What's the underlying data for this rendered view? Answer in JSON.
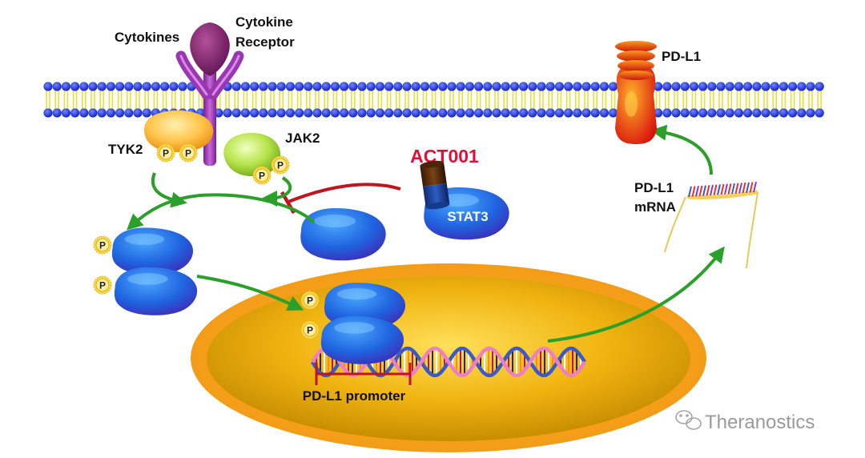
{
  "labels": {
    "cytokines": "Cytokines",
    "receptor_line1": "Cytokine",
    "receptor_line2": "Receptor",
    "tyk2": "TYK2",
    "jak2": "JAK2",
    "act001": "ACT001",
    "stat3": "STAT3",
    "pdl1": "PD-L1",
    "pdl1_mrna_line1": "PD-L1",
    "pdl1_mrna_line2": "mRNA",
    "promoter": "PD-L1 promoter",
    "phospho": "P"
  },
  "watermark": {
    "text": "Theranostics",
    "icon": "wechat-icon"
  },
  "colors": {
    "membrane_head": "#1a2bd6",
    "membrane_tail": "#e7e13a",
    "stat3_blue": "#1e6fe0",
    "arrow_green": "#2aa02a",
    "inhibit_red": "#c0141e",
    "act001_text": "#e0103a",
    "nucleus_outer": "#f3a41c",
    "nucleus_inner": "#e8a900",
    "receptor_purple": "#a23cb8",
    "cytokine_purple": "#7a1f6a",
    "pdl1_red": "#e12a10"
  }
}
